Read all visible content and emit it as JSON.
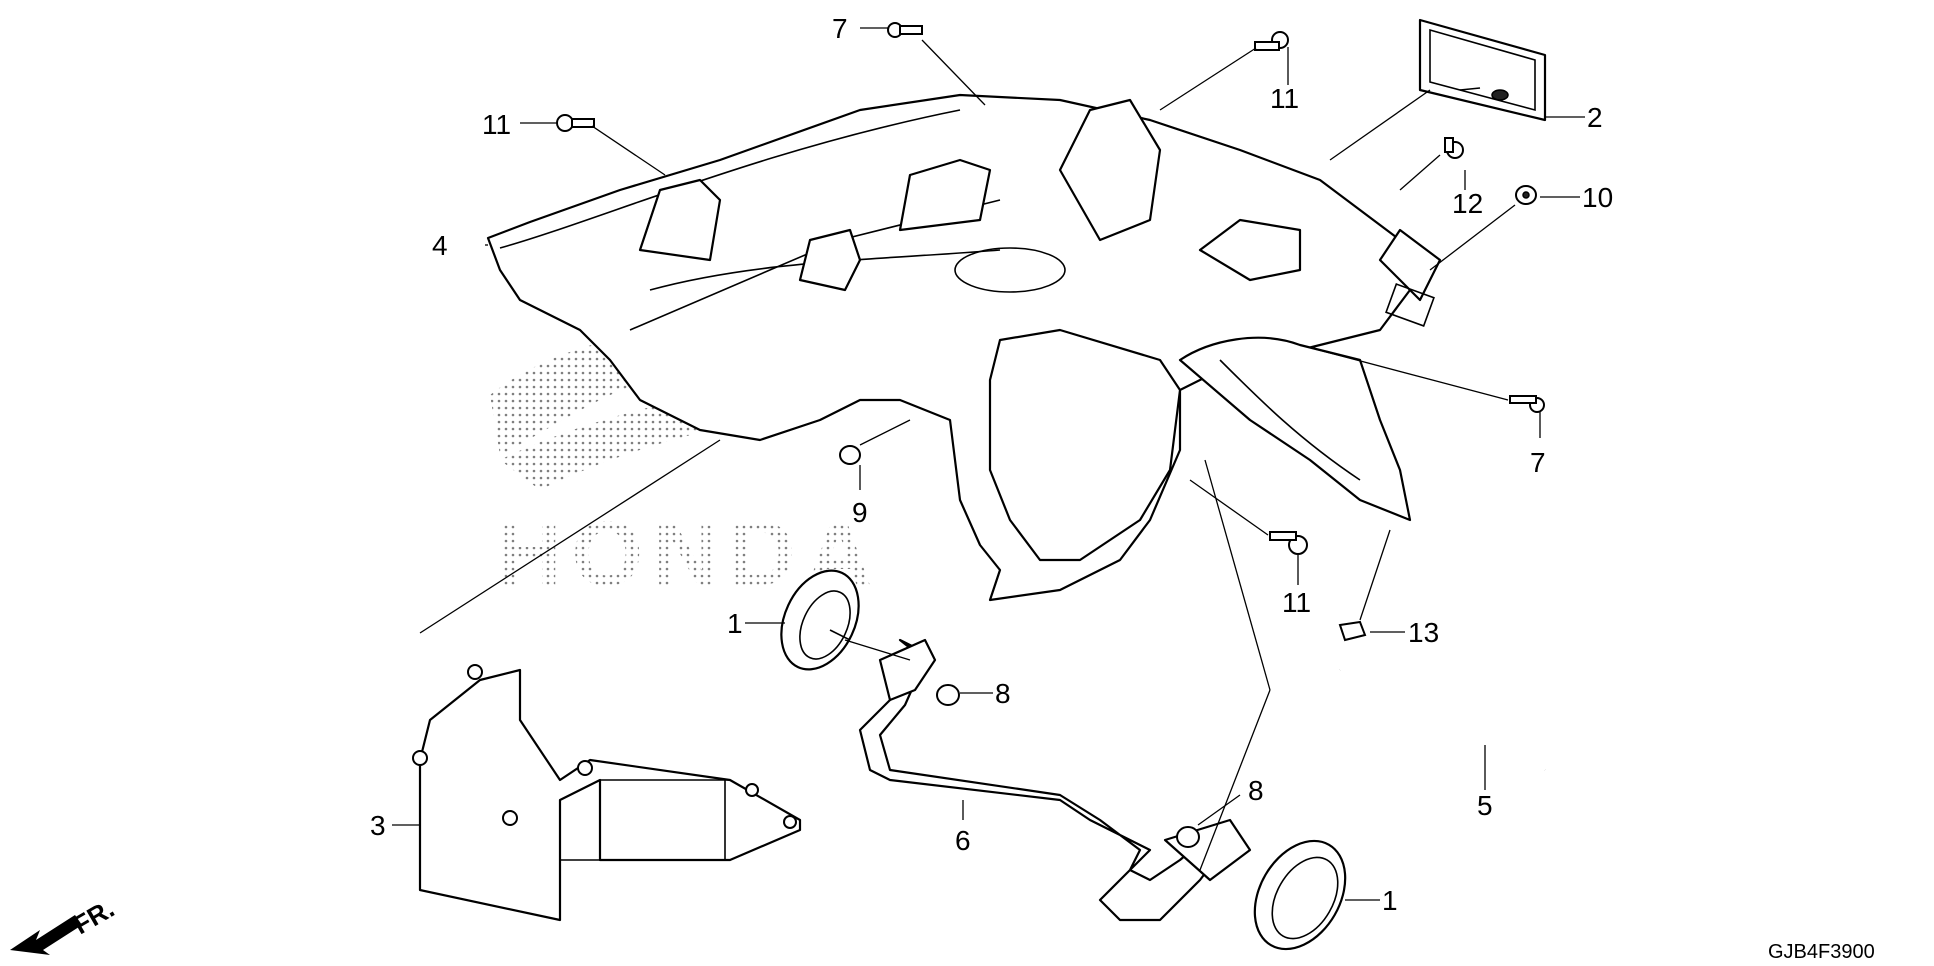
{
  "diagram": {
    "callouts": [
      {
        "id": "c7a",
        "label": "7"
      },
      {
        "id": "c11a",
        "label": "11"
      },
      {
        "id": "c11b",
        "label": "11"
      },
      {
        "id": "c2",
        "label": "2"
      },
      {
        "id": "c4",
        "label": "4"
      },
      {
        "id": "c12",
        "label": "12"
      },
      {
        "id": "c10",
        "label": "10"
      },
      {
        "id": "c7b",
        "label": "7"
      },
      {
        "id": "c9",
        "label": "9"
      },
      {
        "id": "c11c",
        "label": "11"
      },
      {
        "id": "c1a",
        "label": "1"
      },
      {
        "id": "c13",
        "label": "13"
      },
      {
        "id": "c8a",
        "label": "8"
      },
      {
        "id": "c5",
        "label": "5"
      },
      {
        "id": "c8b",
        "label": "8"
      },
      {
        "id": "c3",
        "label": "3"
      },
      {
        "id": "c6",
        "label": "6"
      },
      {
        "id": "c1b",
        "label": "1"
      }
    ],
    "watermark_text": "HONDA",
    "front_indicator": "FR.",
    "diagram_code": "GJB4F3900"
  }
}
